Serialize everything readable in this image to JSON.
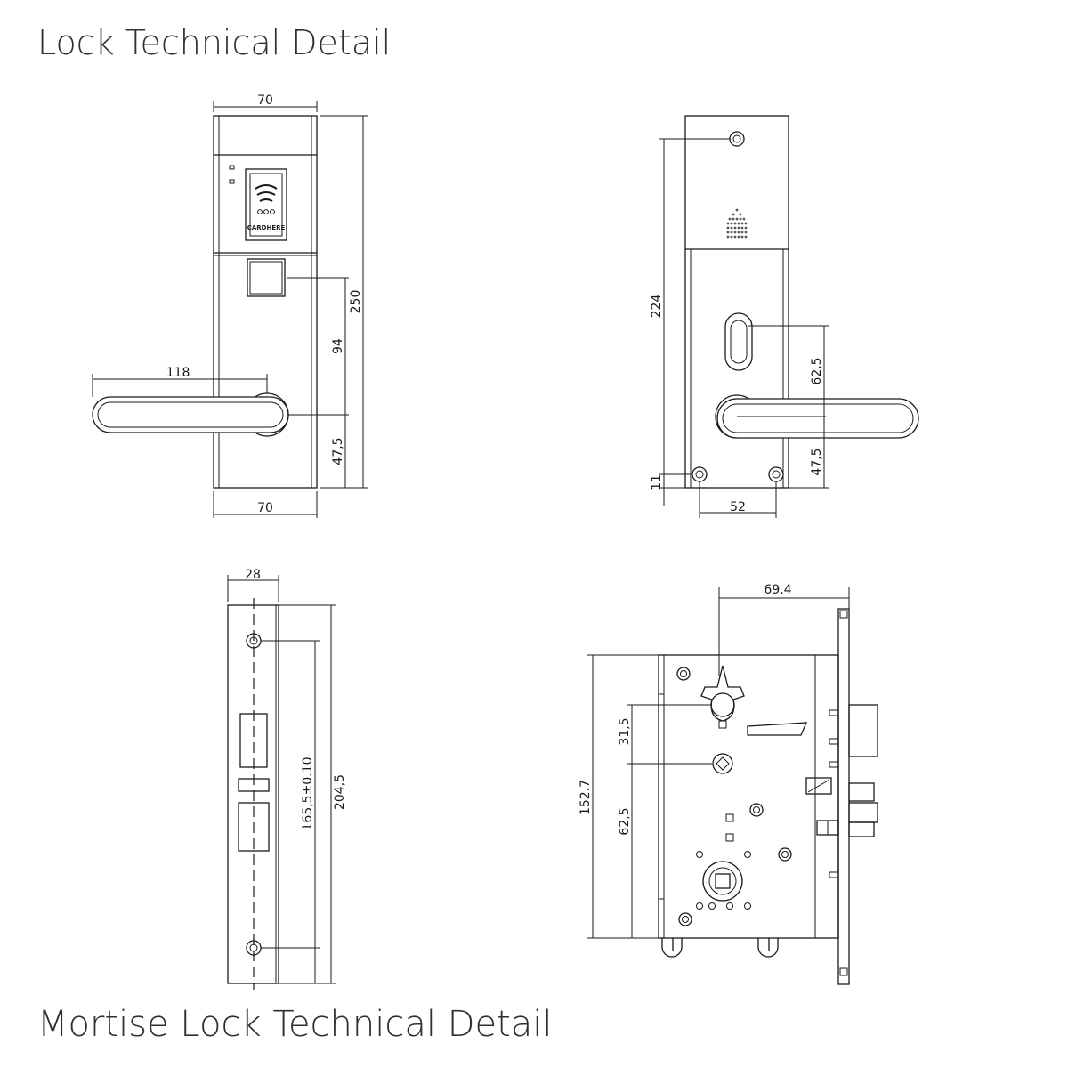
{
  "headings": {
    "lock": "Lock Technical Detail",
    "mortise": "Mortise Lock Technical Detail"
  },
  "front_view": {
    "card_label": "CARDHERE",
    "dims": {
      "top_width": "70",
      "bottom_width": "70",
      "handle_length": "118",
      "total_height": "250",
      "keypad_to_handle": "94",
      "handle_to_bottom": "47,5"
    }
  },
  "back_view": {
    "dims": {
      "height": "224",
      "slot_to_handle": "62,5",
      "handle_to_bottom": "47,5",
      "screw_offset": "11",
      "screw_spacing": "52"
    }
  },
  "faceplate_view": {
    "dims": {
      "thickness": "28",
      "screw_spacing": "165,5±0.10",
      "height": "204,5"
    }
  },
  "mortise_view": {
    "dims": {
      "backset": "69.4",
      "height": "152.7",
      "cylinder_to_handle": "31,5",
      "handle_to_bottom": "62,5"
    }
  }
}
